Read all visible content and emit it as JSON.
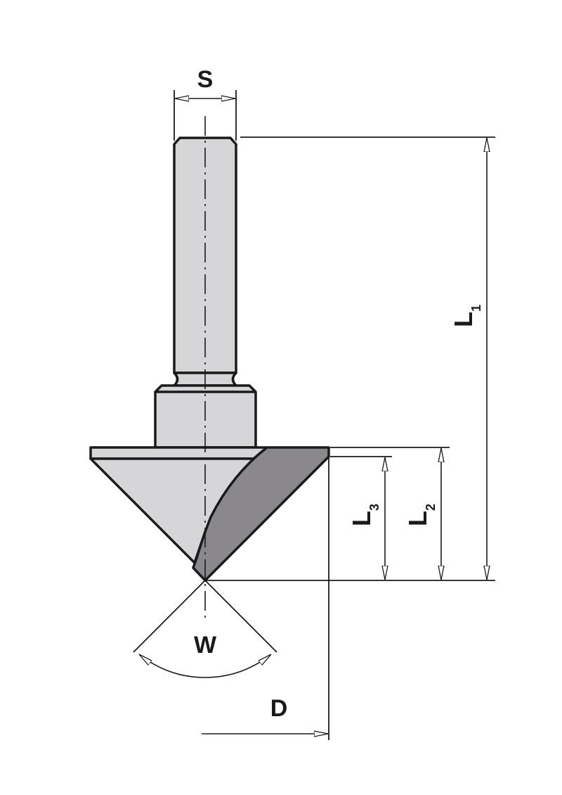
{
  "title": "Countersink V-groove router bit dimensions",
  "labels": {
    "shank_diameter": "S",
    "total_length": "L",
    "total_length_sub": "1",
    "cutting_length": "L",
    "cutting_length_sub": "2",
    "cone_height": "L",
    "cone_height_sub": "3",
    "angle": "W",
    "diameter": "D"
  },
  "colors": {
    "body": "#d6d6d8",
    "cutter": "#8a888c",
    "line": "#1a1a1a"
  }
}
